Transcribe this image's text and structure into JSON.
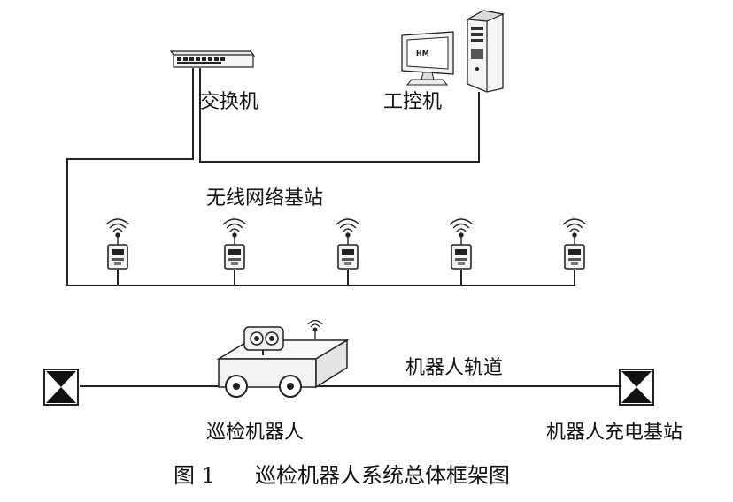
{
  "labels": {
    "switch": "交换机",
    "ipc": "工控机",
    "monitor_text": "HM",
    "base_stations": "无线网络基站",
    "track": "机器人轨道",
    "robot": "巡检机器人",
    "charger": "机器人充电基站"
  },
  "caption": {
    "number": "图 1",
    "title": "巡检机器人系统总体框架图"
  },
  "base_station_count": 5
}
